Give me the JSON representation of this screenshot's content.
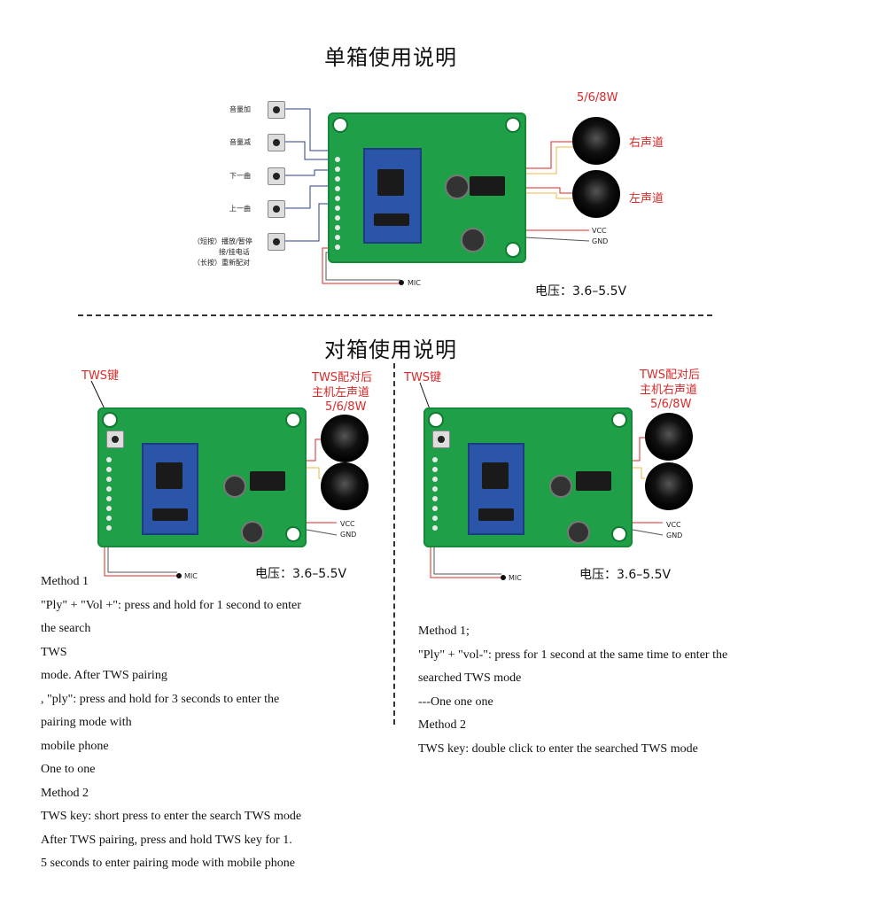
{
  "single": {
    "title": "单箱使用说明",
    "power_label": "5/6/8W",
    "right_channel": "右声道",
    "left_channel": "左声道",
    "vcc": "VCC",
    "gnd": "GND",
    "mic": "MIC",
    "voltage": "电压：3.6–5.5V",
    "buttons": [
      {
        "label": "音量加"
      },
      {
        "label": "音量减"
      },
      {
        "label": "下一曲"
      },
      {
        "label": "上一曲"
      }
    ],
    "multi_button": {
      "line1": "（短按）播放/暂停",
      "line2": "接/挂电话",
      "line3": "（长按）重新配对"
    }
  },
  "pair": {
    "title": "对箱使用说明",
    "left_panel": {
      "tws_key": "TWS键",
      "master_line1": "TWS配对后",
      "master_line2": "主机左声道",
      "power_label": "5/6/8W",
      "vcc": "VCC",
      "gnd": "GND",
      "mic": "MIC",
      "voltage": "电压：3.6–5.5V"
    },
    "right_panel": {
      "tws_key": "TWS键",
      "master_line1": "TWS配对后",
      "master_line2": "主机右声道",
      "power_label": "5/6/8W",
      "vcc": "VCC",
      "gnd": "GND",
      "mic": "MIC",
      "voltage": "电压：3.6–5.5V"
    }
  },
  "instructions_left": [
    "Method 1",
    "\"Ply\" + \"Vol +\": press and hold for 1 second to enter",
    "the search",
    "TWS",
    "mode. After TWS pairing",
    ", \"ply\": press and hold for 3 seconds to enter the",
    "pairing mode with",
    "mobile phone",
    "One to one",
    "Method 2",
    "TWS key: short press to enter the search TWS mode",
    "After TWS pairing, press and hold TWS key for 1.",
    "5 seconds to enter pairing mode with mobile phone"
  ],
  "instructions_right": [
    "Method 1;",
    "\"Ply\" + \"vol-\": press for 1 second at the same time to enter the",
    "searched TWS mode",
    "---One one one",
    "Method 2",
    "TWS key: double click to enter the searched TWS mode"
  ],
  "colors": {
    "pcb": "#1fa048",
    "label_red": "#d92a2a",
    "module_blue": "#2a55a8"
  }
}
